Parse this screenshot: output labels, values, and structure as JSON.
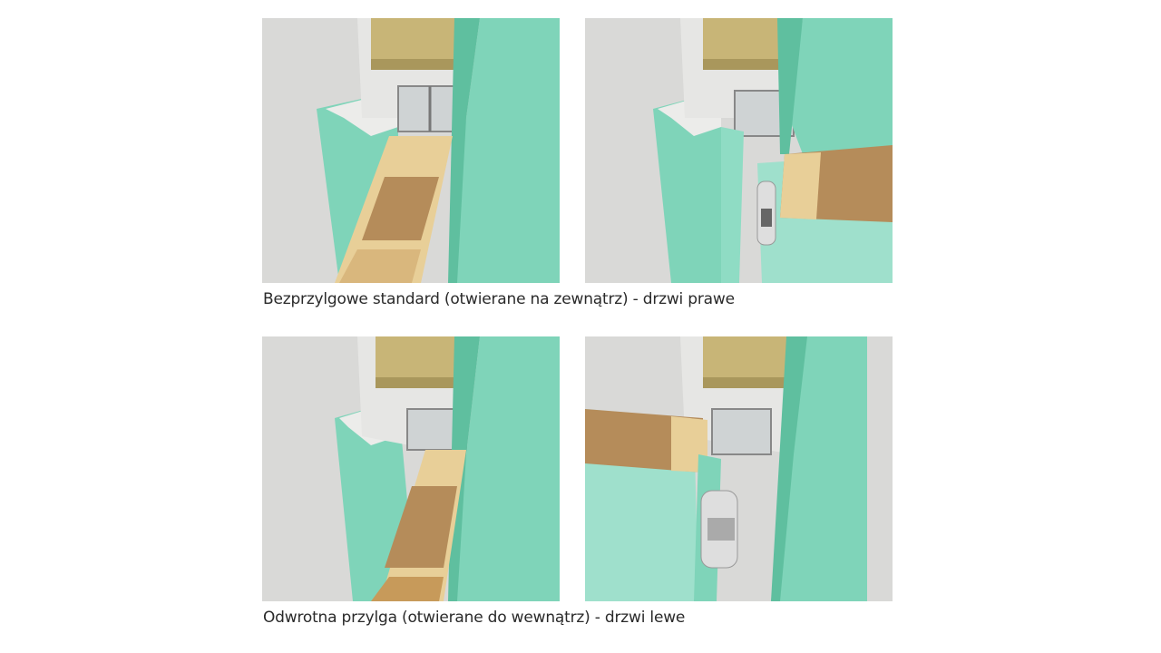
{
  "figures": [
    {
      "id": "standard-right-closed"
    },
    {
      "id": "standard-right-open"
    },
    {
      "id": "reverse-left-closed"
    },
    {
      "id": "reverse-left-open"
    }
  ],
  "captions": {
    "top": "Bezprzylgowe standard (otwierane na zewnątrz) - drzwi prawe",
    "bottom": "Odwrotna przylga (otwierane do wewnątrz) - drzwi lewe"
  },
  "colors": {
    "background": "#d9d9d7",
    "mint": "#7fd4b9",
    "mint_dark": "#5fbf9f",
    "insulation": "#c8b577",
    "cork": "#b58c5a",
    "wood": "#e8cf98",
    "frame": "#e9e9e9"
  }
}
